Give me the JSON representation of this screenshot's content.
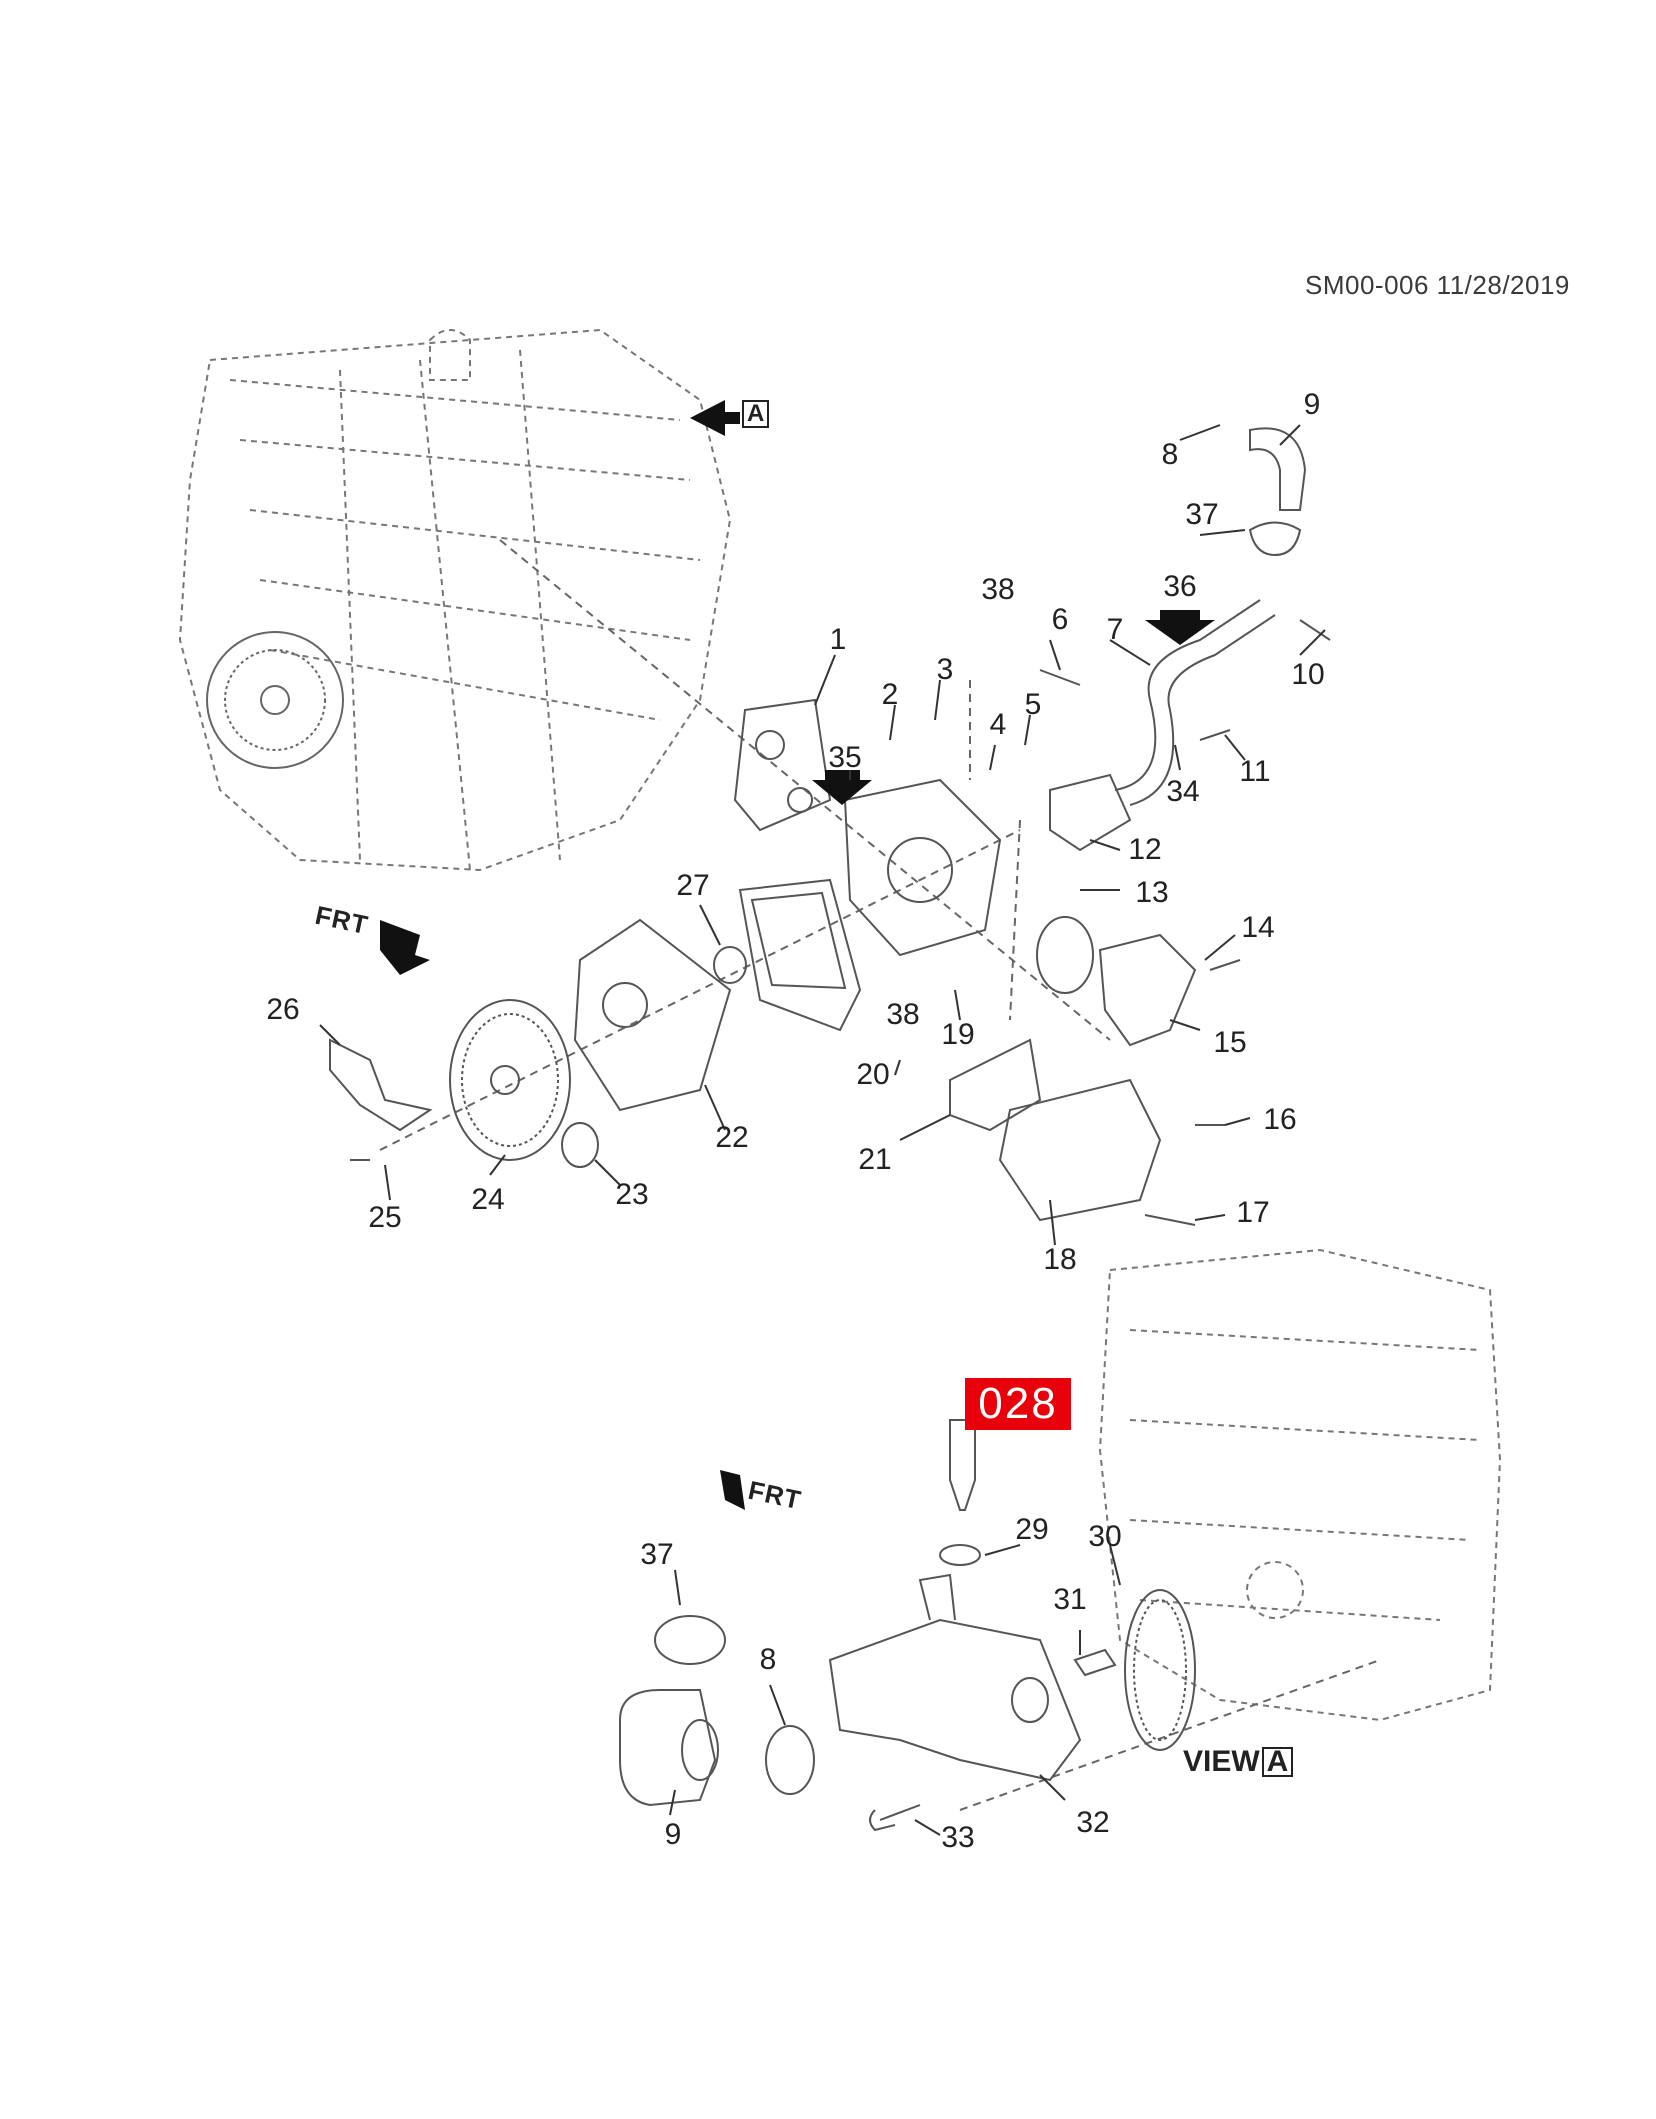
{
  "document_id": "SM00-006 11/28/2019",
  "highlighted_part": "028",
  "view_label": {
    "text": "VIEW",
    "tag": "A"
  },
  "arrow_tag": "A",
  "front_markers": [
    "FRT",
    "FRT"
  ],
  "callouts": [
    {
      "id": "1",
      "text": "1"
    },
    {
      "id": "2",
      "text": "2"
    },
    {
      "id": "3",
      "text": "3"
    },
    {
      "id": "4",
      "text": "4"
    },
    {
      "id": "5",
      "text": "5"
    },
    {
      "id": "6",
      "text": "6"
    },
    {
      "id": "7",
      "text": "7"
    },
    {
      "id": "8a",
      "text": "8"
    },
    {
      "id": "9a",
      "text": "9"
    },
    {
      "id": "10",
      "text": "10"
    },
    {
      "id": "11",
      "text": "11"
    },
    {
      "id": "12",
      "text": "12"
    },
    {
      "id": "13",
      "text": "13"
    },
    {
      "id": "14",
      "text": "14"
    },
    {
      "id": "15",
      "text": "15"
    },
    {
      "id": "16",
      "text": "16"
    },
    {
      "id": "17",
      "text": "17"
    },
    {
      "id": "18",
      "text": "18"
    },
    {
      "id": "19",
      "text": "19"
    },
    {
      "id": "20",
      "text": "20"
    },
    {
      "id": "21",
      "text": "21"
    },
    {
      "id": "22",
      "text": "22"
    },
    {
      "id": "23",
      "text": "23"
    },
    {
      "id": "24",
      "text": "24"
    },
    {
      "id": "25",
      "text": "25"
    },
    {
      "id": "26",
      "text": "26"
    },
    {
      "id": "27",
      "text": "27"
    },
    {
      "id": "29",
      "text": "29"
    },
    {
      "id": "30",
      "text": "30"
    },
    {
      "id": "31",
      "text": "31"
    },
    {
      "id": "32",
      "text": "32"
    },
    {
      "id": "33",
      "text": "33"
    },
    {
      "id": "34",
      "text": "34"
    },
    {
      "id": "35",
      "text": "35"
    },
    {
      "id": "36",
      "text": "36"
    },
    {
      "id": "37a",
      "text": "37"
    },
    {
      "id": "38a",
      "text": "38"
    },
    {
      "id": "38b",
      "text": "38"
    },
    {
      "id": "37b",
      "text": "37"
    },
    {
      "id": "8b",
      "text": "8"
    },
    {
      "id": "9b",
      "text": "9"
    }
  ]
}
